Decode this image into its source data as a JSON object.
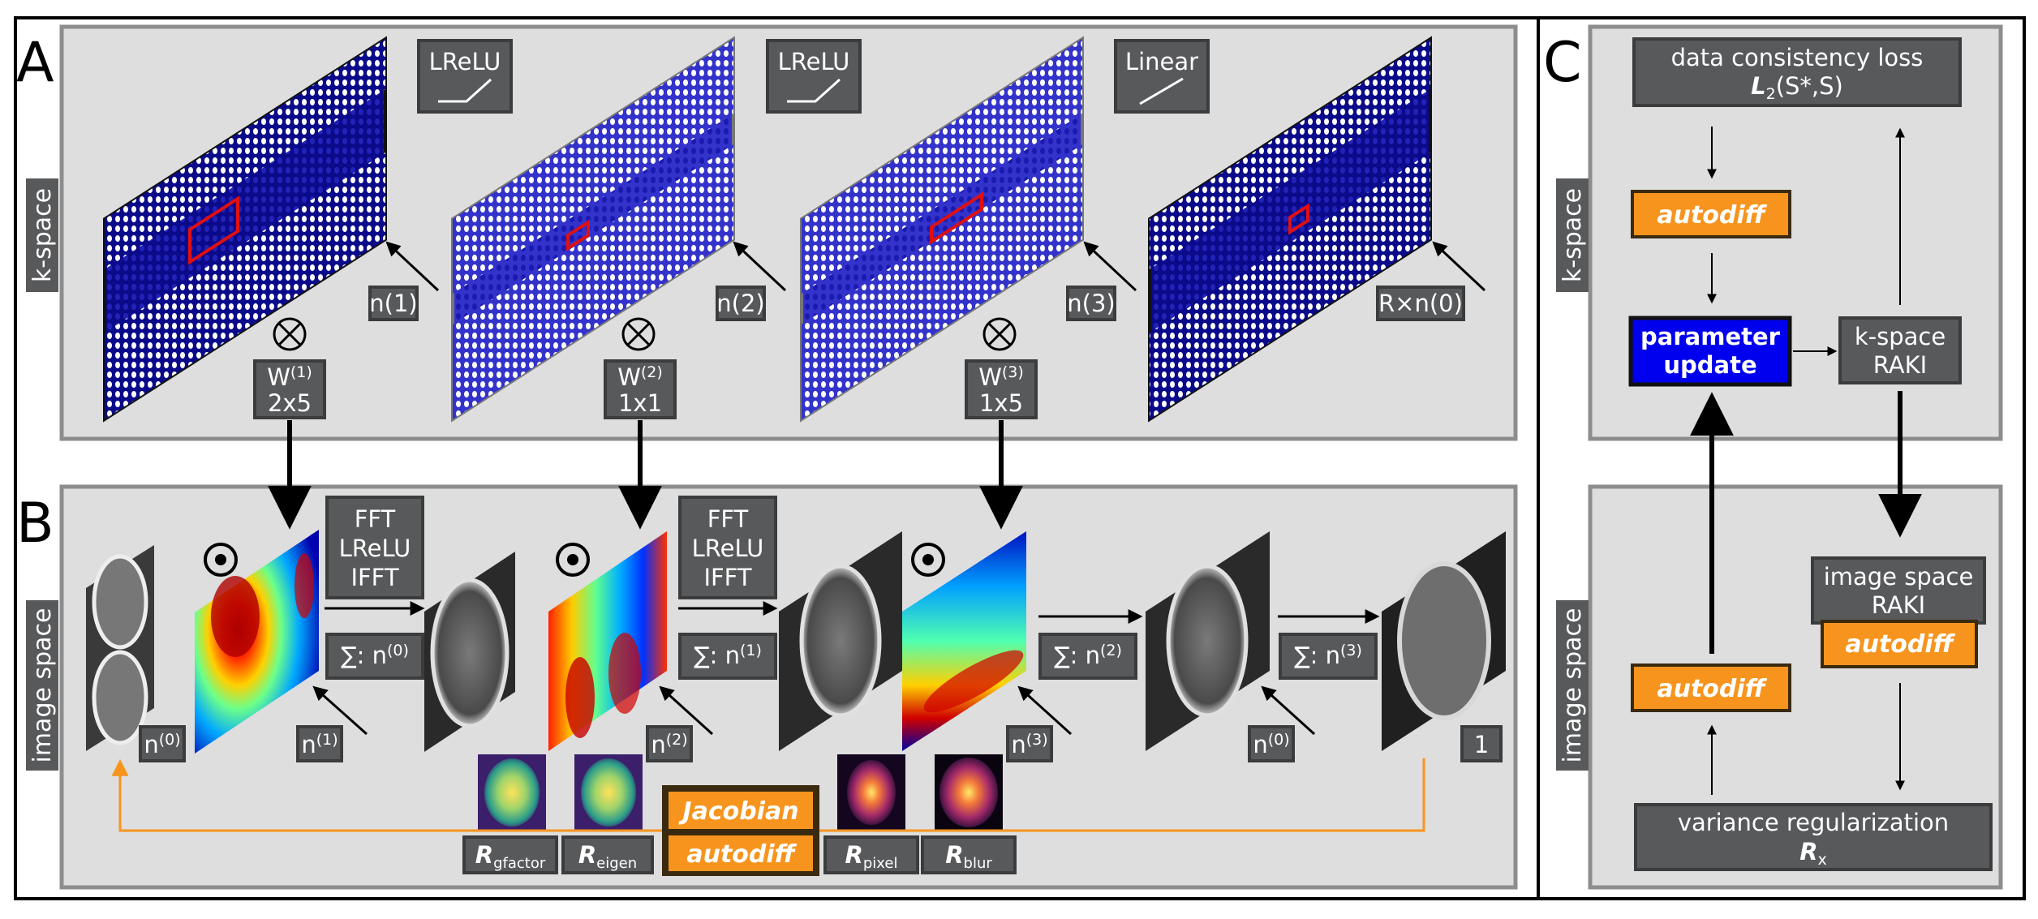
{
  "panel_letters": {
    "a": "A",
    "b": "B",
    "c": "C"
  },
  "side_labels": {
    "kspace": "k-space",
    "image": "image space"
  },
  "activations": {
    "l1": "LReLU",
    "l2": "LReLU",
    "l3": "Linear"
  },
  "grid_channels": {
    "g1": "n(1)",
    "g2": "n(2)",
    "g3": "n(3)",
    "g4": "R×n(0)"
  },
  "weights": {
    "w1": {
      "name": "W",
      "sup": "(1)",
      "size": "2x5"
    },
    "w2": {
      "name": "W",
      "sup": "(2)",
      "size": "1x1"
    },
    "w3": {
      "name": "W",
      "sup": "(3)",
      "size": "1x5"
    }
  },
  "ops": {
    "otimes": "⊗",
    "odot": "⊙"
  },
  "fft_block": {
    "l1": "FFT",
    "l2": "LReLU",
    "l3": "IFFT"
  },
  "sums": {
    "s0": {
      "sym": "∑: n",
      "sup": "(0)"
    },
    "s1": {
      "sym": "∑: n",
      "sup": "(1)"
    },
    "s2": {
      "sym": "∑: n",
      "sup": "(2)"
    },
    "s3": {
      "sym": "∑: n",
      "sup": "(3)"
    }
  },
  "image_channels": {
    "i0": {
      "base": "n",
      "sup": "(0)"
    },
    "i1": {
      "base": "n",
      "sup": "(1)"
    },
    "i2": {
      "base": "n",
      "sup": "(2)"
    },
    "i3": {
      "base": "n",
      "sup": "(3)"
    },
    "i4": {
      "base": "n",
      "sup": "(0)"
    },
    "i5": {
      "base": "1",
      "sup": ""
    }
  },
  "regularizers": {
    "gfactor": {
      "sym": "R",
      "sub": "gfactor"
    },
    "eigen": {
      "sym": "R",
      "sub": "eigen"
    },
    "pixel": {
      "sym": "R",
      "sub": "pixel"
    },
    "blur": {
      "sym": "R",
      "sub": "blur"
    }
  },
  "jacobian": {
    "top": "Jacobian",
    "bottom": "autodiff"
  },
  "panel_c": {
    "loss_line1": "data consistency loss",
    "loss_sym": "L",
    "loss_sub": "2",
    "loss_args": "(S*,S)",
    "autodiff_top": "autodiff",
    "param_line1": "parameter",
    "param_line2": "update",
    "kspace_raki_l1": "k-space",
    "kspace_raki_l2": "RAKI",
    "image_raki_l1": "image space",
    "image_raki_l2": "RAKI",
    "autodiff_right": "autodiff",
    "autodiff_left": "autodiff",
    "var_line1": "variance regularization",
    "var_sym": "R",
    "var_sub": "x"
  },
  "colors": {
    "grid_dark": "#0a0a8a",
    "grid_mid": "#2c2cc8",
    "dot": "#ffffff",
    "box": "#58595b",
    "orange": "#f7941d",
    "blue": "#0000ee",
    "panel": "#dedede"
  }
}
